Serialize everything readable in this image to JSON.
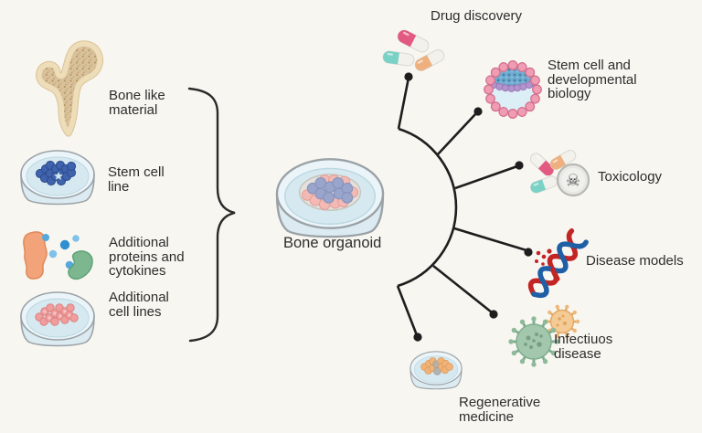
{
  "figure_title": "Bone organoid applications diagram",
  "inputs": [
    {
      "label": "Bone like\nmaterial",
      "icon": "bone-icon"
    },
    {
      "label": "Stem cell\nline",
      "icon": "petri-dish-blue-cells-icon"
    },
    {
      "label": "Additional\nproteins and\ncytokines",
      "icon": "proteins-cytokines-icon"
    },
    {
      "label": "Additional\ncell lines",
      "icon": "petri-dish-pink-cells-icon"
    }
  ],
  "center": {
    "label": "Bone organoid",
    "icon": "petri-dish-organoid-icon"
  },
  "applications": [
    {
      "label": "Drug discovery",
      "icon": "capsule-pills-icon"
    },
    {
      "label": "Stem cell and\ndevelopmental\nbiology",
      "icon": "blastocyst-icon"
    },
    {
      "label": "Toxicology",
      "icon": "pills-poison-skull-icon"
    },
    {
      "label": "Disease models",
      "icon": "dna-helix-icon"
    },
    {
      "label": "Infectiuos\ndisease",
      "icon": "virus-icon"
    },
    {
      "label": "Regenerative\nmedicine",
      "icon": "petri-dish-orange-cells-icon"
    }
  ],
  "icons": {
    "skull_glyph": "☠"
  },
  "colors": {
    "background": "#f8f6f0",
    "line": "#1e1e1e",
    "text": "#2d2d2d",
    "bone_cream": "#eeddb9",
    "bone_tan": "#d9c29b",
    "dish_rim": "#9aa2a6",
    "dish_fill": "#eaf4f9",
    "dish_liquid": "#d6e9f0",
    "stem_cell_blue": "#3f63ad",
    "cell_pink": "#ef9d9d",
    "protein_orange": "#f2a379",
    "protein_green": "#7db78f",
    "cytokine_blue": "#54a8dc",
    "capsule_pink": "#e25981",
    "capsule_teal": "#7ad2c6",
    "capsule_orange": "#eeb07e",
    "blastocyst_pink": "#f09cb3",
    "blastocyst_blue": "#6fabcf",
    "blastocyst_purple": "#b393cc",
    "skull_gray": "#b7b7b3",
    "dna_red": "#c32424",
    "dna_blue": "#1f5fa6",
    "virus_green": "#a3c7ac",
    "virus_orange": "#f4cb95",
    "organoid_cell_blue": "#9aa5cc",
    "organoid_cell_pink": "#f3bab5",
    "regen_cell_orange": "#f0b277"
  }
}
